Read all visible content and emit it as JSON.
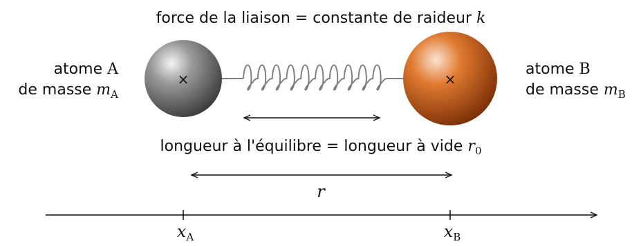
{
  "labels": {
    "force_text": "force de la liaison = constante de raideur ",
    "force_sym": "k",
    "atomA_line1": "atome ",
    "atomA_letter": "A",
    "atomA_line2": "de masse ",
    "atomA_mass": "m",
    "atomA_mass_sub": "A",
    "atomB_line1": "atome ",
    "atomB_letter": "B",
    "atomB_line2": "de masse ",
    "atomB_mass": "m",
    "atomB_mass_sub": "B",
    "eq_text": "longueur à l'équilibre = longueur à vide ",
    "eq_sym": "r",
    "eq_sub": "0",
    "r_sym": "r",
    "xA_sym": "x",
    "xA_sub": "A",
    "xB_sym": "x",
    "xB_sub": "B",
    "center_mark": "×"
  },
  "colors": {
    "atomA": "#5a5a5a",
    "atomB": "#c65a14",
    "spring": "#808080",
    "ink": "#111111"
  }
}
